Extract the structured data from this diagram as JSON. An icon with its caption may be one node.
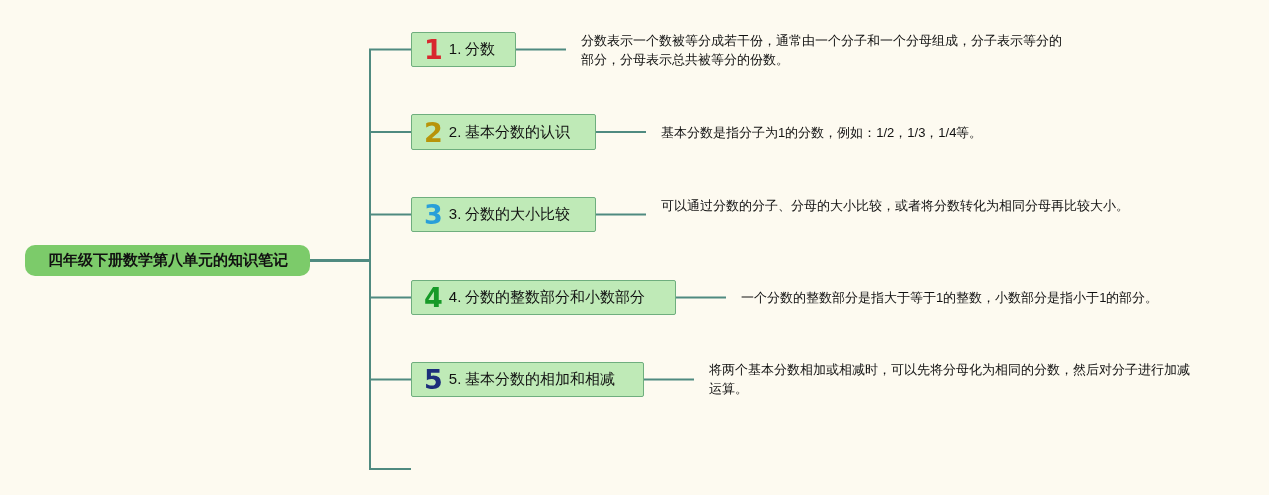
{
  "diagram": {
    "nodes": [
      {
        "text": [
          "四年级下册数学第八单元的知识笔记"
        ]
      },
      {
        "text": [
          "1",
          "1. 分数"
        ]
      },
      {
        "text": [
          "2",
          "2. 基本分数的认识"
        ]
      },
      {
        "text": [
          "3",
          "3. 分数的大小比较"
        ]
      },
      {
        "text": [
          "4",
          "4. 分数的整数部分和小数部分"
        ]
      },
      {
        "text": [
          "5",
          "5. 基本分数的相加和相减"
        ]
      },
      {
        "text": [
          "分数表示一个数被等分成若干份，通常由一个分子和一个分母组成，分子表示等分的部分，分母表示总共被等分的份数。"
        ]
      },
      {
        "text": [
          "基本分数是指分子为1的分数，例如：1/2，1/3，1/4等。"
        ]
      },
      {
        "text": [
          "可以通过分数的分子、分母的大小比较，或者将分数转化为相同分母再比较大小。"
        ]
      },
      {
        "text": [
          "一个分数的整数部分是指大于等于1的整数，小数部分是指小于1的部分。"
        ]
      },
      {
        "text": [
          "将两个基本分数相加或相减时，可以先将分母化为相同的分数，然后对分子进行加减运算。"
        ]
      }
    ],
    "edges": [
      {
        "from": 0,
        "to": 1,
        "arrow": "none"
      },
      {
        "from": 0,
        "to": 2,
        "arrow": "none"
      },
      {
        "from": 0,
        "to": 3,
        "arrow": "none"
      },
      {
        "from": 0,
        "to": 4,
        "arrow": "none"
      },
      {
        "from": 0,
        "to": 5,
        "arrow": "none"
      },
      {
        "from": 0,
        "to": null,
        "arrow": "none"
      },
      {
        "from": 1,
        "to": 6,
        "arrow": "none"
      },
      {
        "from": 2,
        "to": 7,
        "arrow": "none"
      },
      {
        "from": 3,
        "to": 8,
        "arrow": "none"
      },
      {
        "from": 4,
        "to": 9,
        "arrow": "none"
      },
      {
        "from": 5,
        "to": 10,
        "arrow": "none"
      }
    ]
  }
}
